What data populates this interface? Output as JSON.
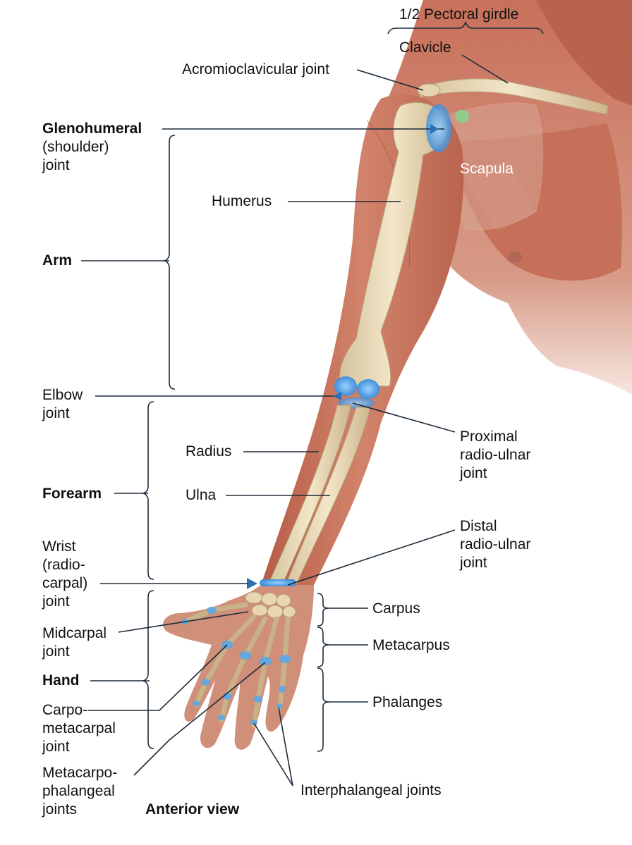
{
  "labels": {
    "pectoral_girdle": "1/2 Pectoral girdle",
    "clavicle": "Clavicle",
    "acromioclavicular": "Acromioclavicular joint",
    "glenohumeral_1": "Glenohumeral",
    "glenohumeral_2": "(shoulder)",
    "glenohumeral_3": "joint",
    "scapula": "Scapula",
    "humerus": "Humerus",
    "arm": "Arm",
    "elbow_1": "Elbow",
    "elbow_2": "joint",
    "radius": "Radius",
    "ulna": "Ulna",
    "forearm": "Forearm",
    "proximal_1": "Proximal",
    "proximal_2": "radio-ulnar",
    "proximal_3": "joint",
    "distal_1": "Distal",
    "distal_2": "radio-ulnar",
    "distal_3": "joint",
    "wrist_1": "Wrist",
    "wrist_2": "(radio-",
    "wrist_3": "carpal)",
    "wrist_4": "joint",
    "midcarpal_1": "Midcarpal",
    "midcarpal_2": "joint",
    "hand": "Hand",
    "cmc_1": "Carpo-",
    "cmc_2": "metacarpal",
    "cmc_3": "joint",
    "mcp_1": "Metacarpo-",
    "mcp_2": "phalangeal",
    "mcp_3": "joints",
    "carpus": "Carpus",
    "metacarpus": "Metacarpus",
    "phalanges": "Phalanges",
    "interphalangeal": "Interphalangeal joints",
    "view": "Anterior view"
  },
  "colors": {
    "muscle": "#c9735f",
    "muscle_dark": "#a8523f",
    "skin": "#d9a48c",
    "bone": "#ecdcbc",
    "bone_shade": "#cdb890",
    "joint": "#5aa8e8",
    "cartilage": "#7fd98f",
    "line": "#1d2b3a"
  }
}
